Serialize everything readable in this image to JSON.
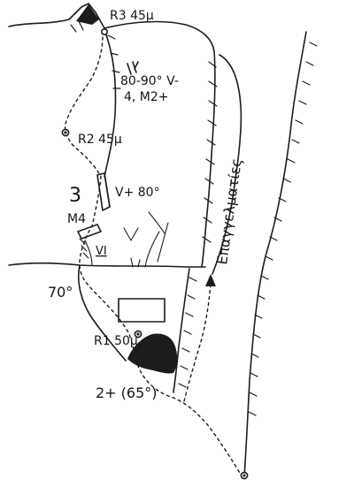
{
  "labels": {
    "r3": "R3 45μ",
    "pitch3_grade_line1": "80-90° V-",
    "pitch3_grade_line2": "4, M2+",
    "r2": "R2 45μ",
    "pitch2_number": "3",
    "pitch2_grade": "V+ 80°",
    "pitch2_mixed": "M4",
    "pitch1_grade": "VI",
    "snow_angle": "70°",
    "r1": "R1 50μ",
    "approach_grade": "2+ (65°)",
    "valley_name": "Επαγγελματίες"
  }
}
